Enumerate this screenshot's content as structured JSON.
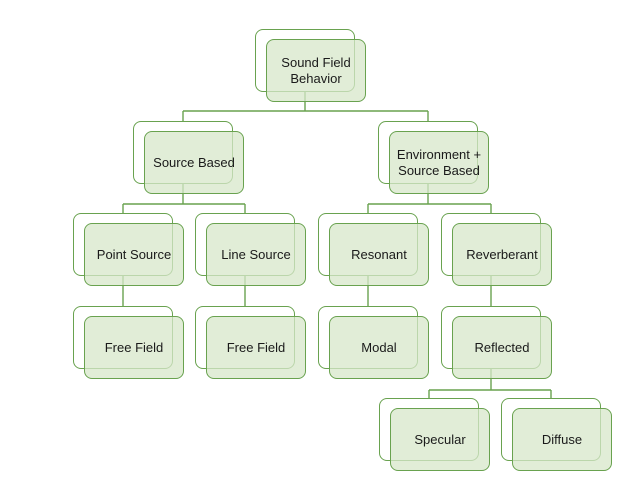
{
  "diagram": {
    "kind": "hierarchy-tree",
    "root_label": "Sound Field Behavior"
  },
  "colors": {
    "background": "#ffffff",
    "node_border": "#69A24F",
    "node_fill_front": "#E1EDD6",
    "node_fill_back": "#FFFFFF",
    "connector": "#69A24F",
    "text": "#1a1a1a"
  },
  "nodes": [
    {
      "id": "sound-field-behavior",
      "label": "Sound Field Behavior",
      "parent": null,
      "level": 1
    },
    {
      "id": "source-based",
      "label": "Source Based",
      "parent": "sound-field-behavior",
      "level": 2
    },
    {
      "id": "environment-source-based",
      "label": "Environment + Source Based",
      "parent": "sound-field-behavior",
      "level": 2
    },
    {
      "id": "point-source",
      "label": "Point Source",
      "parent": "source-based",
      "level": 3
    },
    {
      "id": "line-source",
      "label": "Line Source",
      "parent": "source-based",
      "level": 3
    },
    {
      "id": "resonant",
      "label": "Resonant",
      "parent": "environment-source-based",
      "level": 3
    },
    {
      "id": "reverberant",
      "label": "Reverberant",
      "parent": "environment-source-based",
      "level": 3
    },
    {
      "id": "free-field-point",
      "label": "Free Field",
      "parent": "point-source",
      "level": 4
    },
    {
      "id": "free-field-line",
      "label": "Free Field",
      "parent": "line-source",
      "level": 4
    },
    {
      "id": "modal",
      "label": "Modal",
      "parent": "resonant",
      "level": 4
    },
    {
      "id": "reflected",
      "label": "Reflected",
      "parent": "reverberant",
      "level": 4
    },
    {
      "id": "specular",
      "label": "Specular",
      "parent": "reflected",
      "level": 5
    },
    {
      "id": "diffuse",
      "label": "Diffuse",
      "parent": "reflected",
      "level": 5
    }
  ]
}
